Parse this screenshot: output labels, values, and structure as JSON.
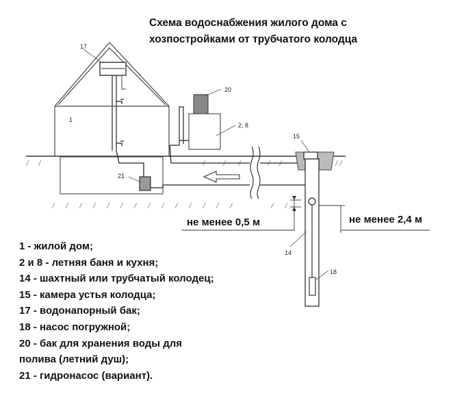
{
  "title_line1": "Схема водоснабжения жилого дома с",
  "title_line2": "хозпостройками от трубчатого колодца",
  "dimensions": {
    "depth_min": "не менее 0,5 м",
    "distance_min": "не менее 2,4 м"
  },
  "callouts": {
    "c1": "1",
    "c2_8": "2, 8",
    "c14": "14",
    "c15": "15",
    "c17": "17",
    "c18": "18",
    "c20": "20",
    "c21": "21"
  },
  "legend": [
    "1 - жилой дом;",
    "2 и 8 - летняя баня и кухня;",
    "14 - шахтный или трубчатый колодец;",
    "15 - камера устья колодца;",
    "17 - водонапорный бак;",
    "18 - насос погружной;",
    "20 - бак для хранения воды для",
    "полива (летний душ);",
    "21 - гидронасос (вариант)."
  ]
}
